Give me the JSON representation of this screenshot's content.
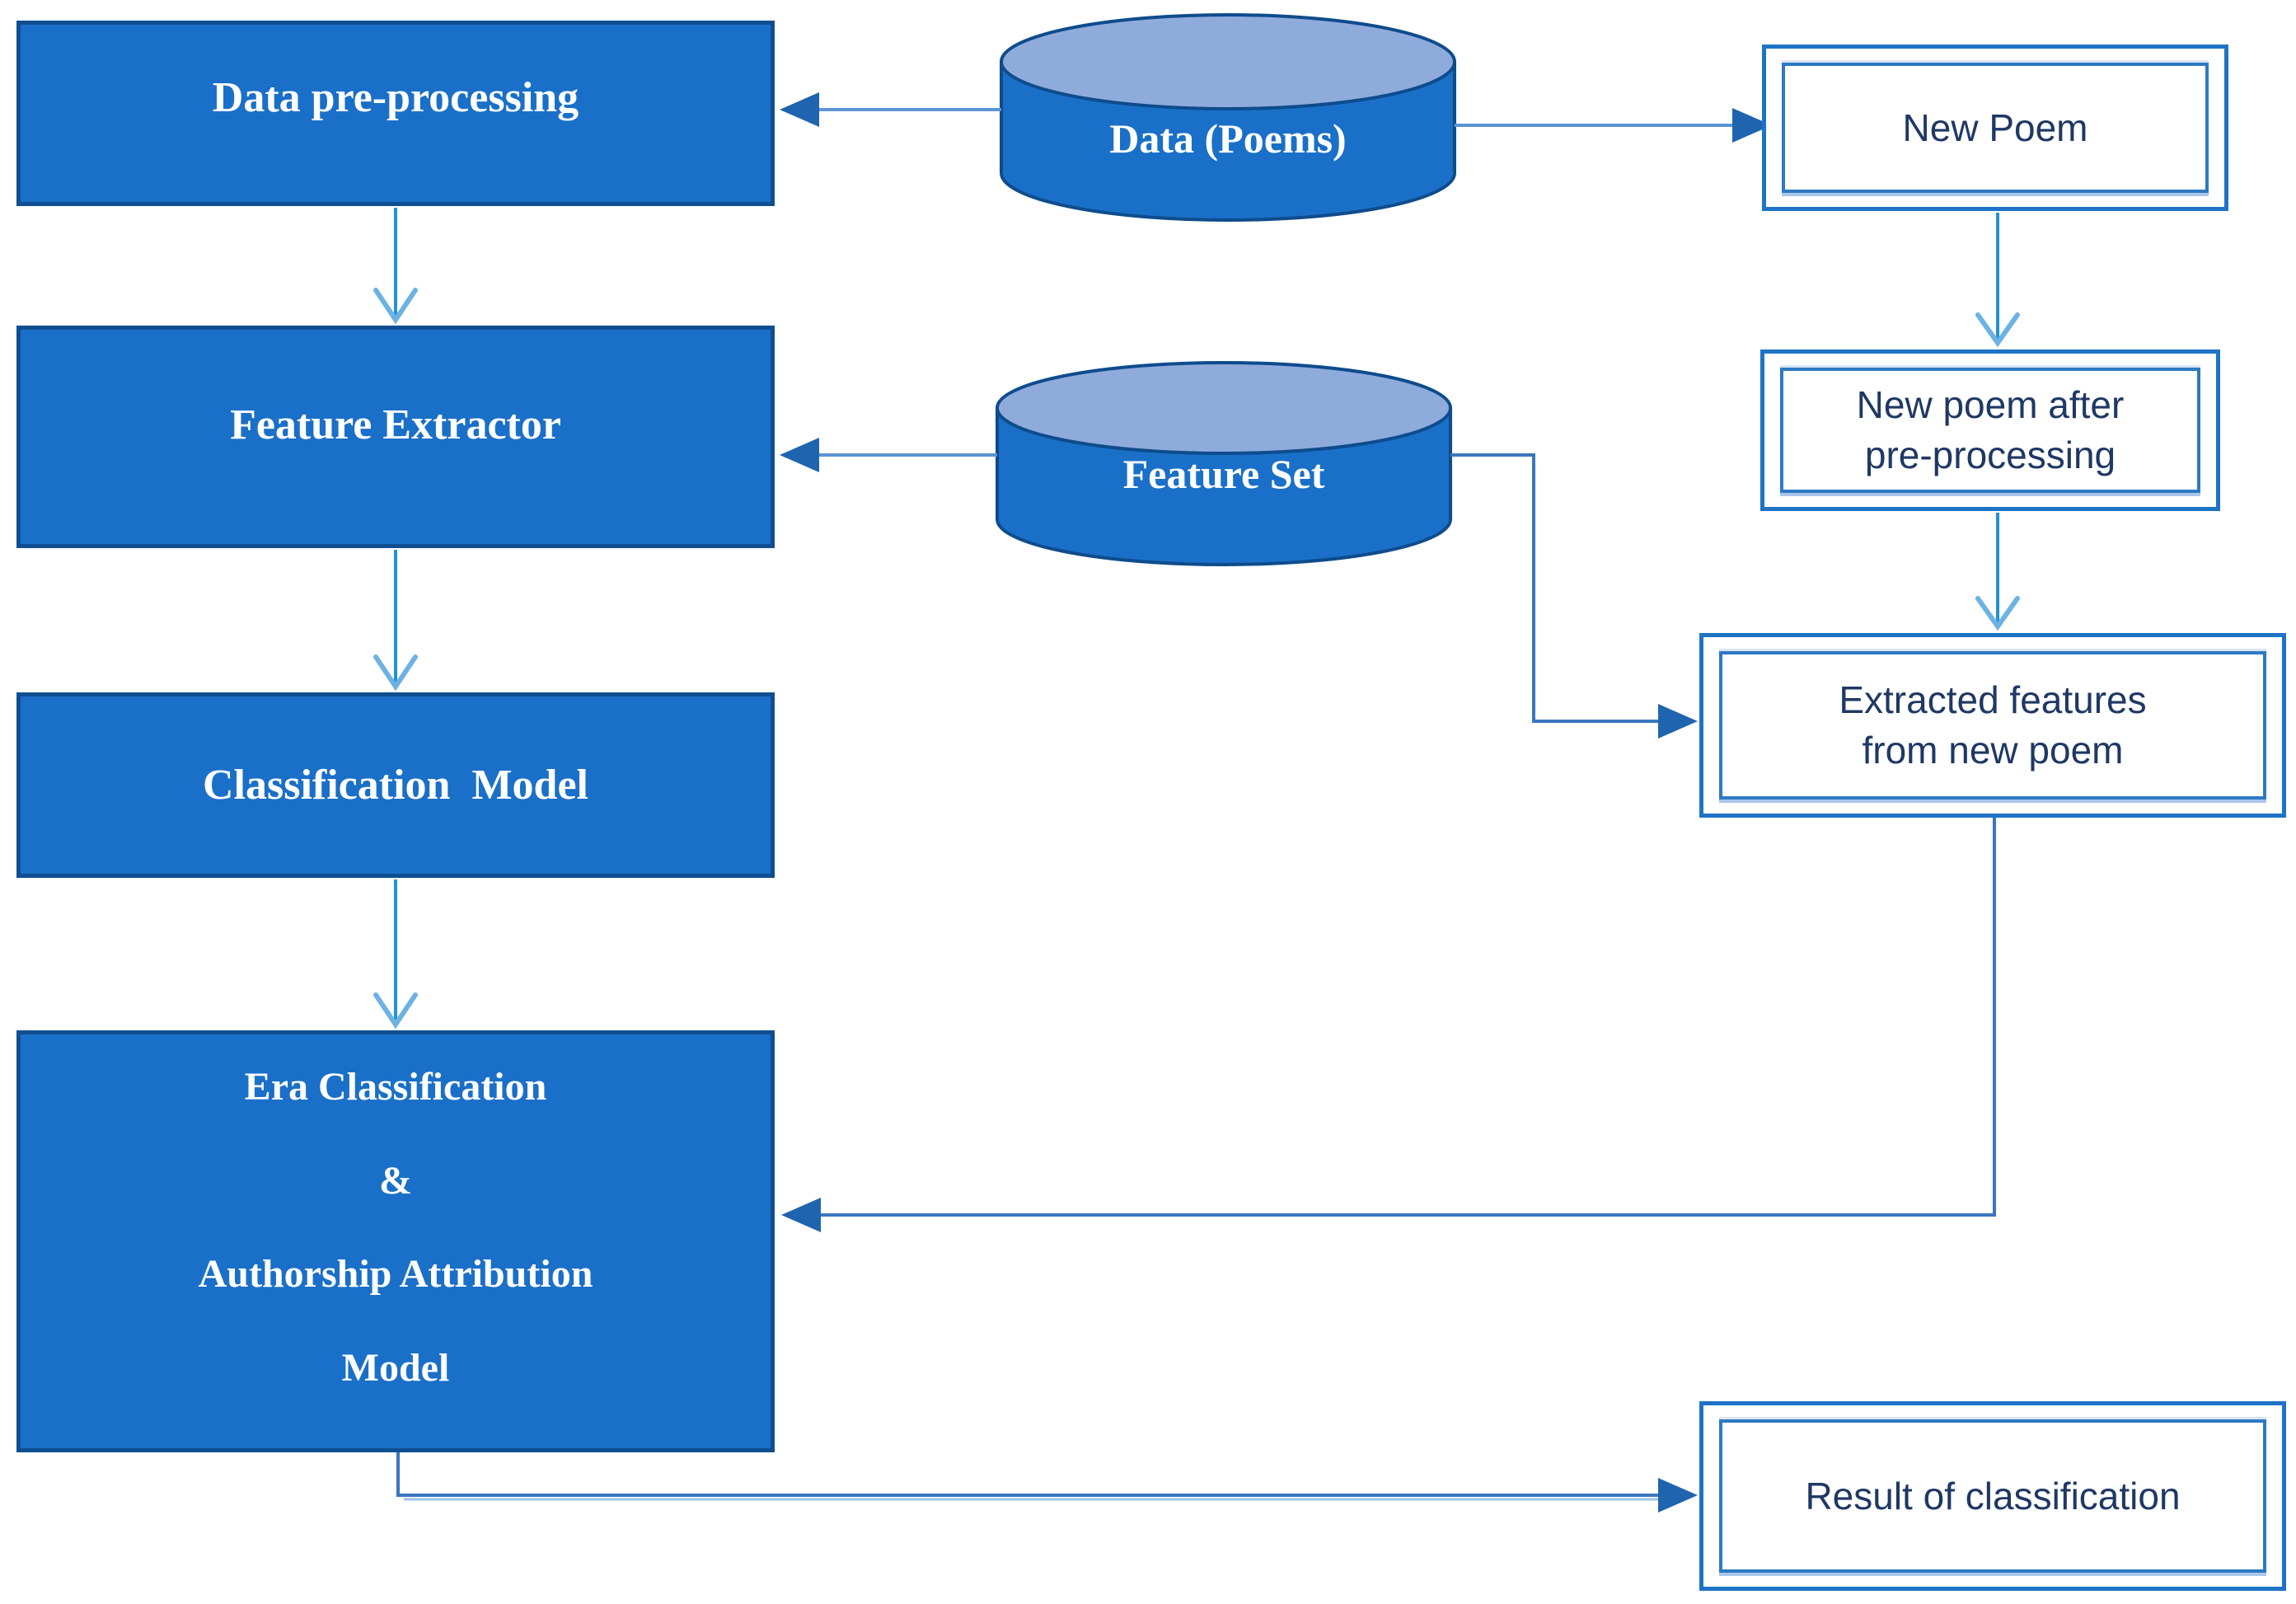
{
  "left_column": {
    "data_preprocessing": "Data pre-processing",
    "feature_extractor": "Feature Extractor",
    "classification_model": "Classification  Model",
    "era_model_lines": [
      "Era Classification",
      "&",
      "Authorship Attribution",
      "Model"
    ]
  },
  "datastores": {
    "poems": "Data (Poems)",
    "feature_set": "Feature Set"
  },
  "right_column": {
    "new_poem": "New Poem",
    "new_poem_preprocessed_lines": [
      "New poem after",
      "pre-processing"
    ],
    "extracted_features_lines": [
      "Extracted features",
      "from new poem"
    ],
    "result": "Result of classification"
  },
  "colors": {
    "process_box_fill": "#1a70c8",
    "process_box_border": "#0f4e91",
    "cylinder_top_fill": "#8fabdc",
    "io_box_border": "#1e73c6",
    "io_text": "#1f3864",
    "connector_blue": "#3b76bf",
    "straight_arrow_blue": "#5b94d4",
    "down_arrow_azure": "#2191d9",
    "down_arrowhead_light": "#6cb2e2",
    "solid_arrowhead": "#1f64ae"
  }
}
